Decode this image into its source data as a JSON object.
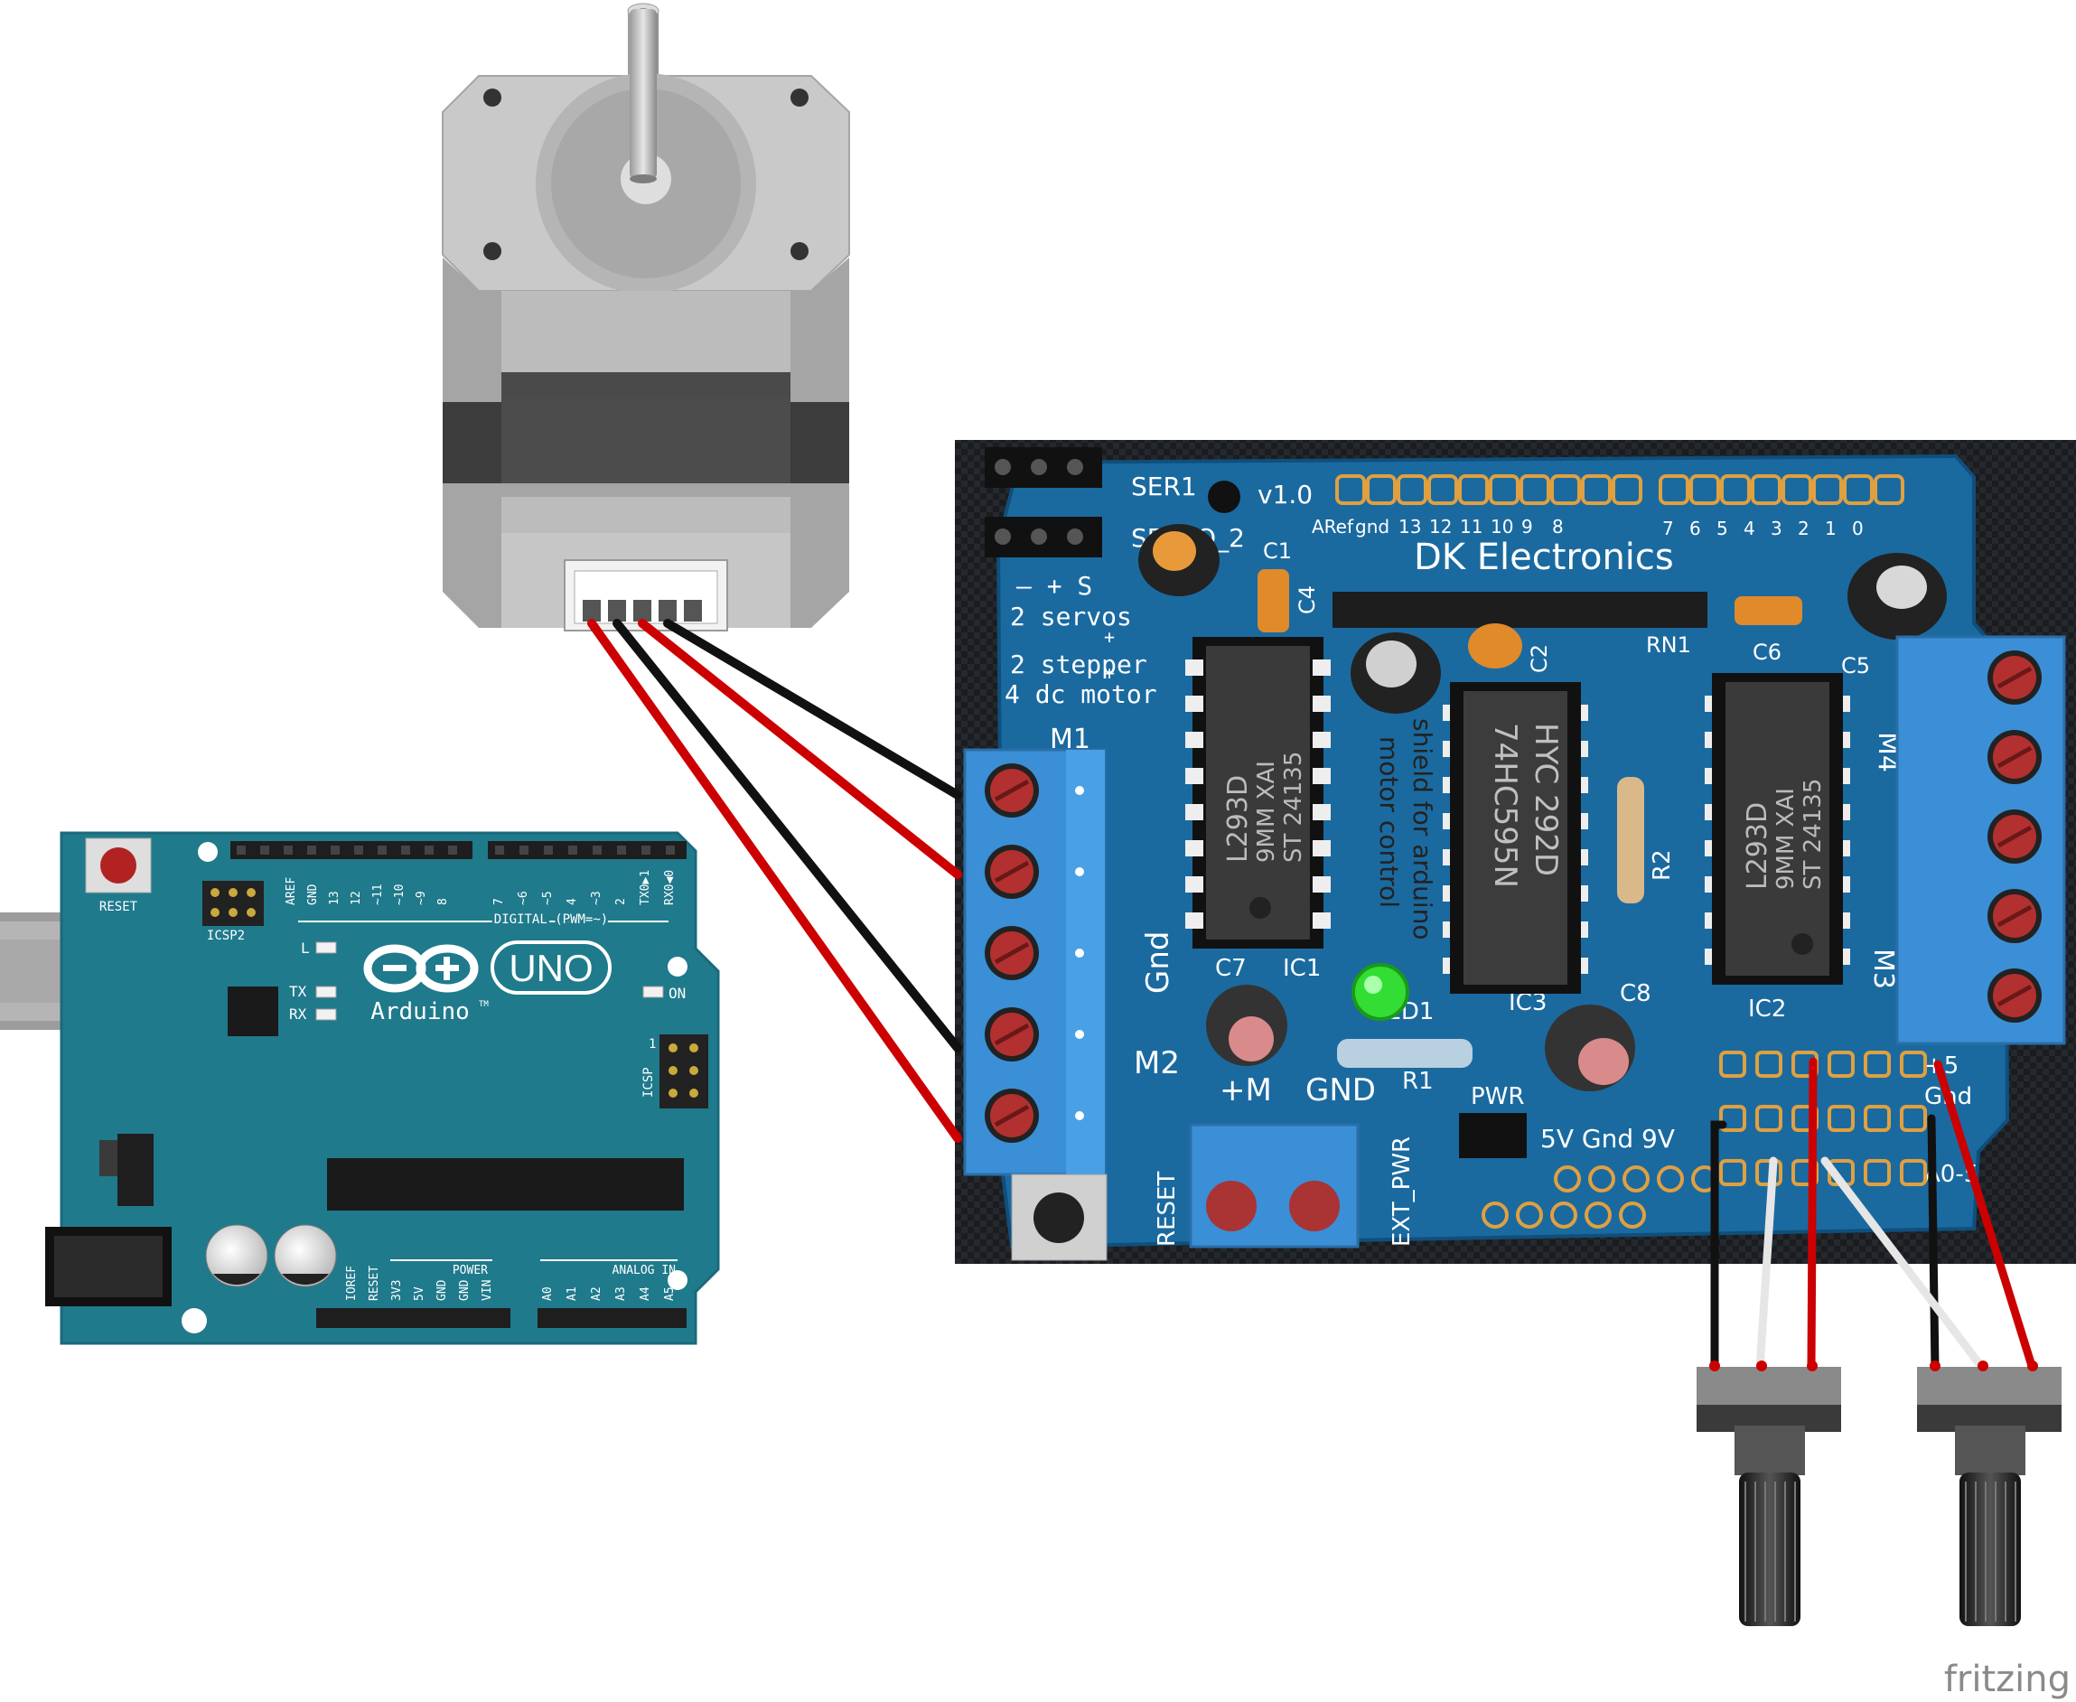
{
  "colors": {
    "arduino_board": "#1f7a8c",
    "arduino_dark": "#155e6d",
    "shield_board": "#1a6aa0",
    "shield_bg": "#1c1e22",
    "terminal_block": "#3a8fd6",
    "wire_red": "#cc0000",
    "wire_black": "#111111",
    "wire_white": "#e8e8e8",
    "motor_gray": "#b9b9b9",
    "led_green": "#33dd33"
  },
  "arduino": {
    "reset_label": "RESET",
    "icsp2_label": "ICSP2",
    "icsp_label": "ICSP",
    "l_label": "L",
    "tx_label": "TX",
    "rx_label": "RX",
    "on_label": "ON",
    "uno_label": "UNO",
    "brand": "Arduino",
    "tm": "TM",
    "digital_label": "DIGITAL (PWM=~)",
    "power_label": "POWER",
    "analog_label": "ANALOG IN",
    "icsp_pin1": "1",
    "top_pins_left": [
      "AREF",
      "GND",
      "13",
      "12",
      "~11",
      "~10",
      "~9",
      "8"
    ],
    "top_pins_right": [
      "7",
      "~6",
      "~5",
      "4",
      "~3",
      "2",
      "TX0▶1",
      "RX0◀0"
    ],
    "power_pins": [
      "IOREF",
      "RESET",
      "3V3",
      "5V",
      "GND",
      "GND",
      "VIN"
    ],
    "analog_pins": [
      "A0",
      "A1",
      "A2",
      "A3",
      "A4",
      "A5"
    ]
  },
  "shield": {
    "brand": "DK Electronics",
    "version": "v1.0",
    "ser1": "SER1",
    "servo2": "SERVO_2",
    "servo_pins": "— + S",
    "desc_line1": "2 servos",
    "desc_plus1": "+",
    "desc_line2": "2 stepper",
    "desc_plus2": "+",
    "desc_line3": "4 dc motor",
    "aref_label": "ARef",
    "gnd_label": "gnd",
    "pin_numbers_left": [
      "13",
      "12",
      "11",
      "10",
      "9",
      "8"
    ],
    "pin_numbers_right": [
      "7",
      "6",
      "5",
      "4",
      "3",
      "2",
      "1",
      "0"
    ],
    "m1": "M1",
    "m2": "M2",
    "m3": "M3",
    "m4": "M4",
    "c1": "C1",
    "c2": "C2",
    "c4": "C4",
    "c5": "C5",
    "c6": "C6",
    "c7": "C7",
    "c8": "C8",
    "ic1": "IC1",
    "ic2": "IC2",
    "ic3": "IC3",
    "rn1": "RN1",
    "r1": "R1",
    "r2": "R2",
    "led1": "LED1",
    "gnd_big": "GND",
    "gnd_side": "Gnd",
    "plus_m": "+M",
    "pwr": "PWR",
    "rail_labels": "5V Gnd 9V",
    "plus5": "+5",
    "gnd_right": "Gnd",
    "a05": "A0-5",
    "reset_side": "RESET",
    "ext_pwr": "EXT_PWR",
    "chip_left": [
      "L293D",
      "9MM XAI",
      "ST 24135"
    ],
    "chip_mid": [
      "74HC595N",
      "HYC 292D"
    ],
    "chip_right": [
      "L293D",
      "9MM XAI",
      "ST 24135"
    ],
    "silk_vertical_1": "motor control",
    "silk_vertical_2": "shield for arduino"
  },
  "footer": {
    "logo": "fritzing"
  }
}
